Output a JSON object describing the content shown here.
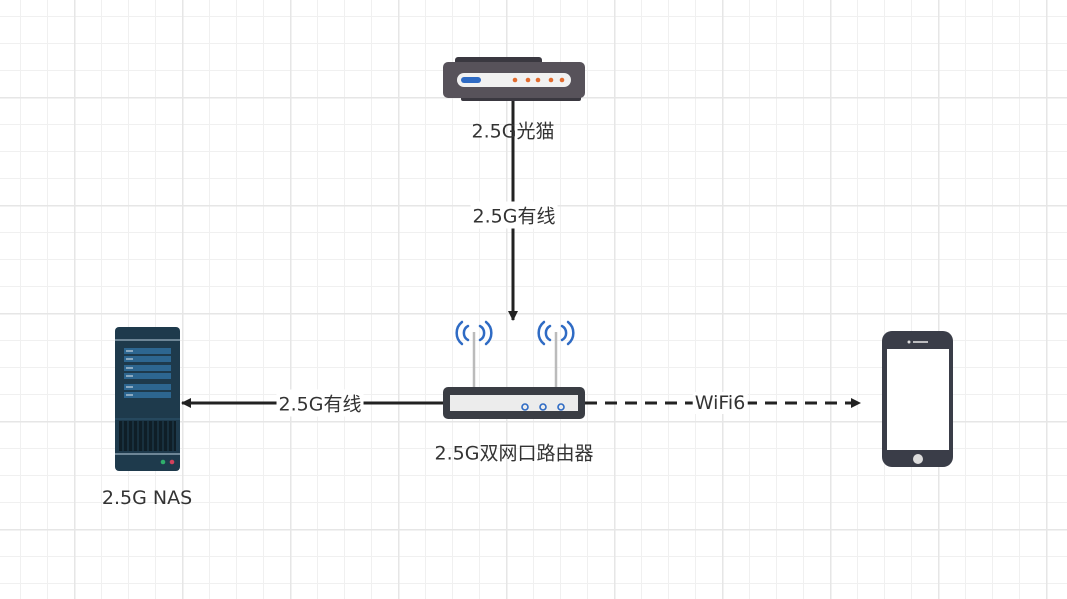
{
  "nodes": {
    "modem": {
      "label": "2.5G光猫"
    },
    "router": {
      "label": "2.5G双网口路由器"
    },
    "nas": {
      "label": "2.5G NAS"
    },
    "phone": {
      "label": ""
    }
  },
  "edges": {
    "modem_router": {
      "label": "2.5G有线",
      "style": "solid"
    },
    "router_nas": {
      "label": "2.5G有线",
      "style": "solid"
    },
    "router_phone": {
      "label": "WiFi6",
      "style": "dashed"
    }
  },
  "colors": {
    "line": "#222222",
    "device": "#57525a",
    "nas": "#1e3a4c",
    "wave": "#2f6bc4",
    "led": "#e26b2e"
  }
}
